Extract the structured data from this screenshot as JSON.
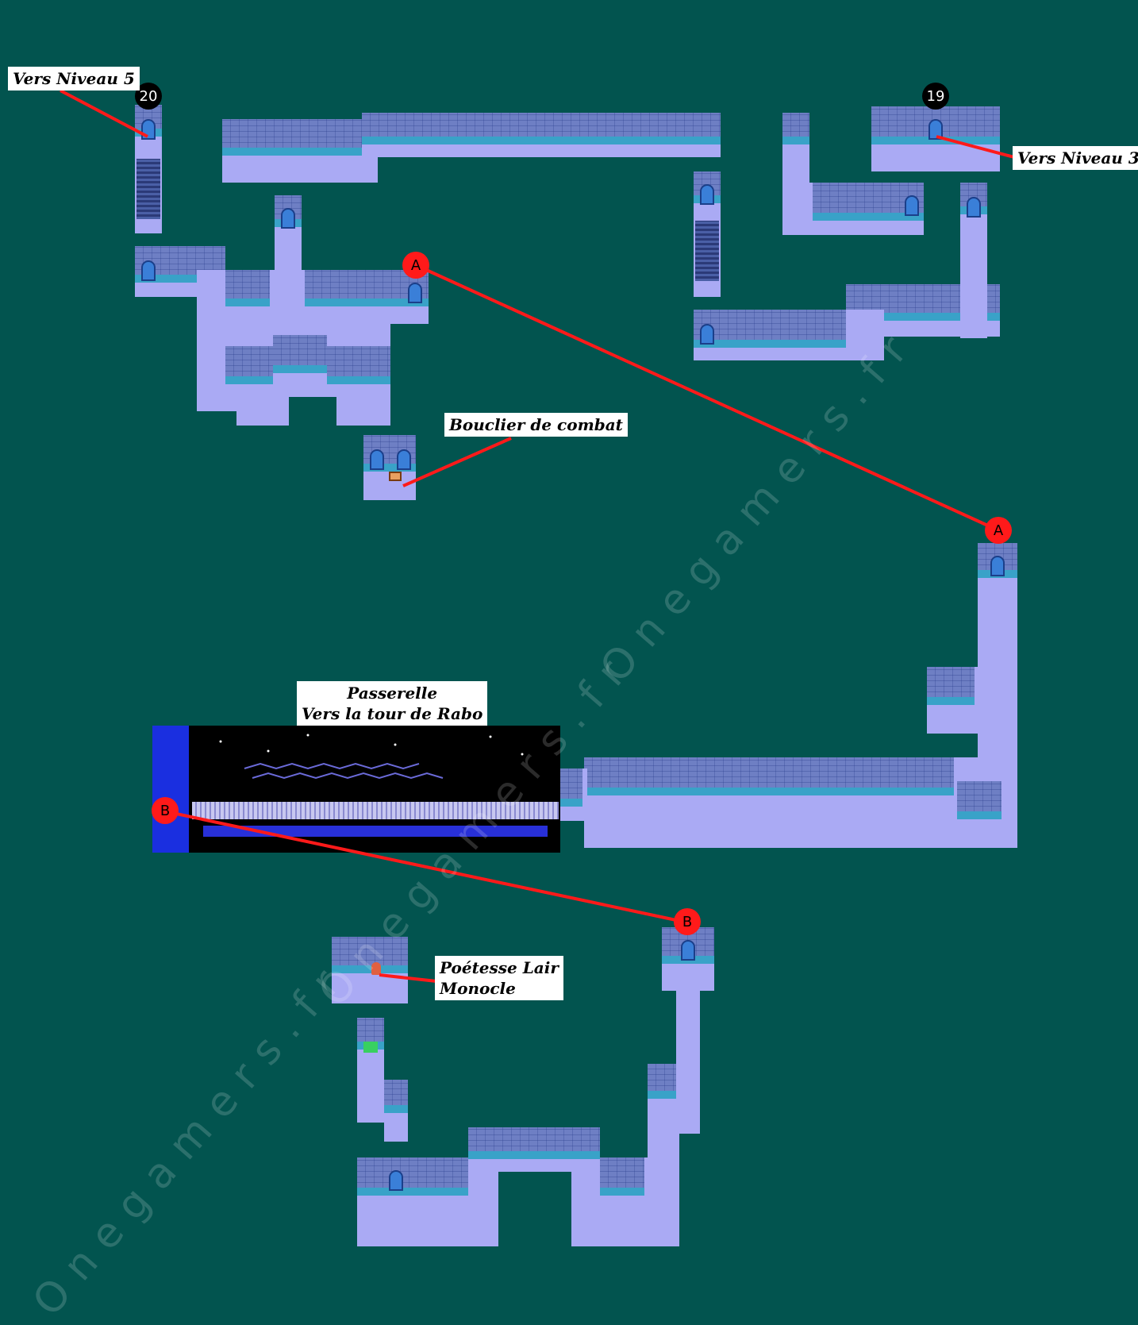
{
  "background_color": "#02544f",
  "room_color": "#aaaaf4",
  "wall_color": "#6e7fc4",
  "route_color": "#ff1a1a",
  "labels": {
    "to_level_5": "Vers Niveau 5",
    "to_level_3": "Vers Niveau 3",
    "combat_shield": "Bouclier de combat",
    "walkway_line1": "Passerelle",
    "walkway_line2": "Vers la tour de Rabo",
    "poetess_line1": "Poétesse Lair",
    "poetess_line2": "Monocle"
  },
  "markers": {
    "exit_20": "20",
    "exit_19": "19",
    "link_a_start": "A",
    "link_a_end": "A",
    "link_b_start": "B",
    "link_b_end": "B"
  },
  "watermark": "Onegamers.fr",
  "icons": [
    "chest-icon",
    "npc-poetess-icon",
    "plant-icon",
    "stairs",
    "door-icon"
  ]
}
